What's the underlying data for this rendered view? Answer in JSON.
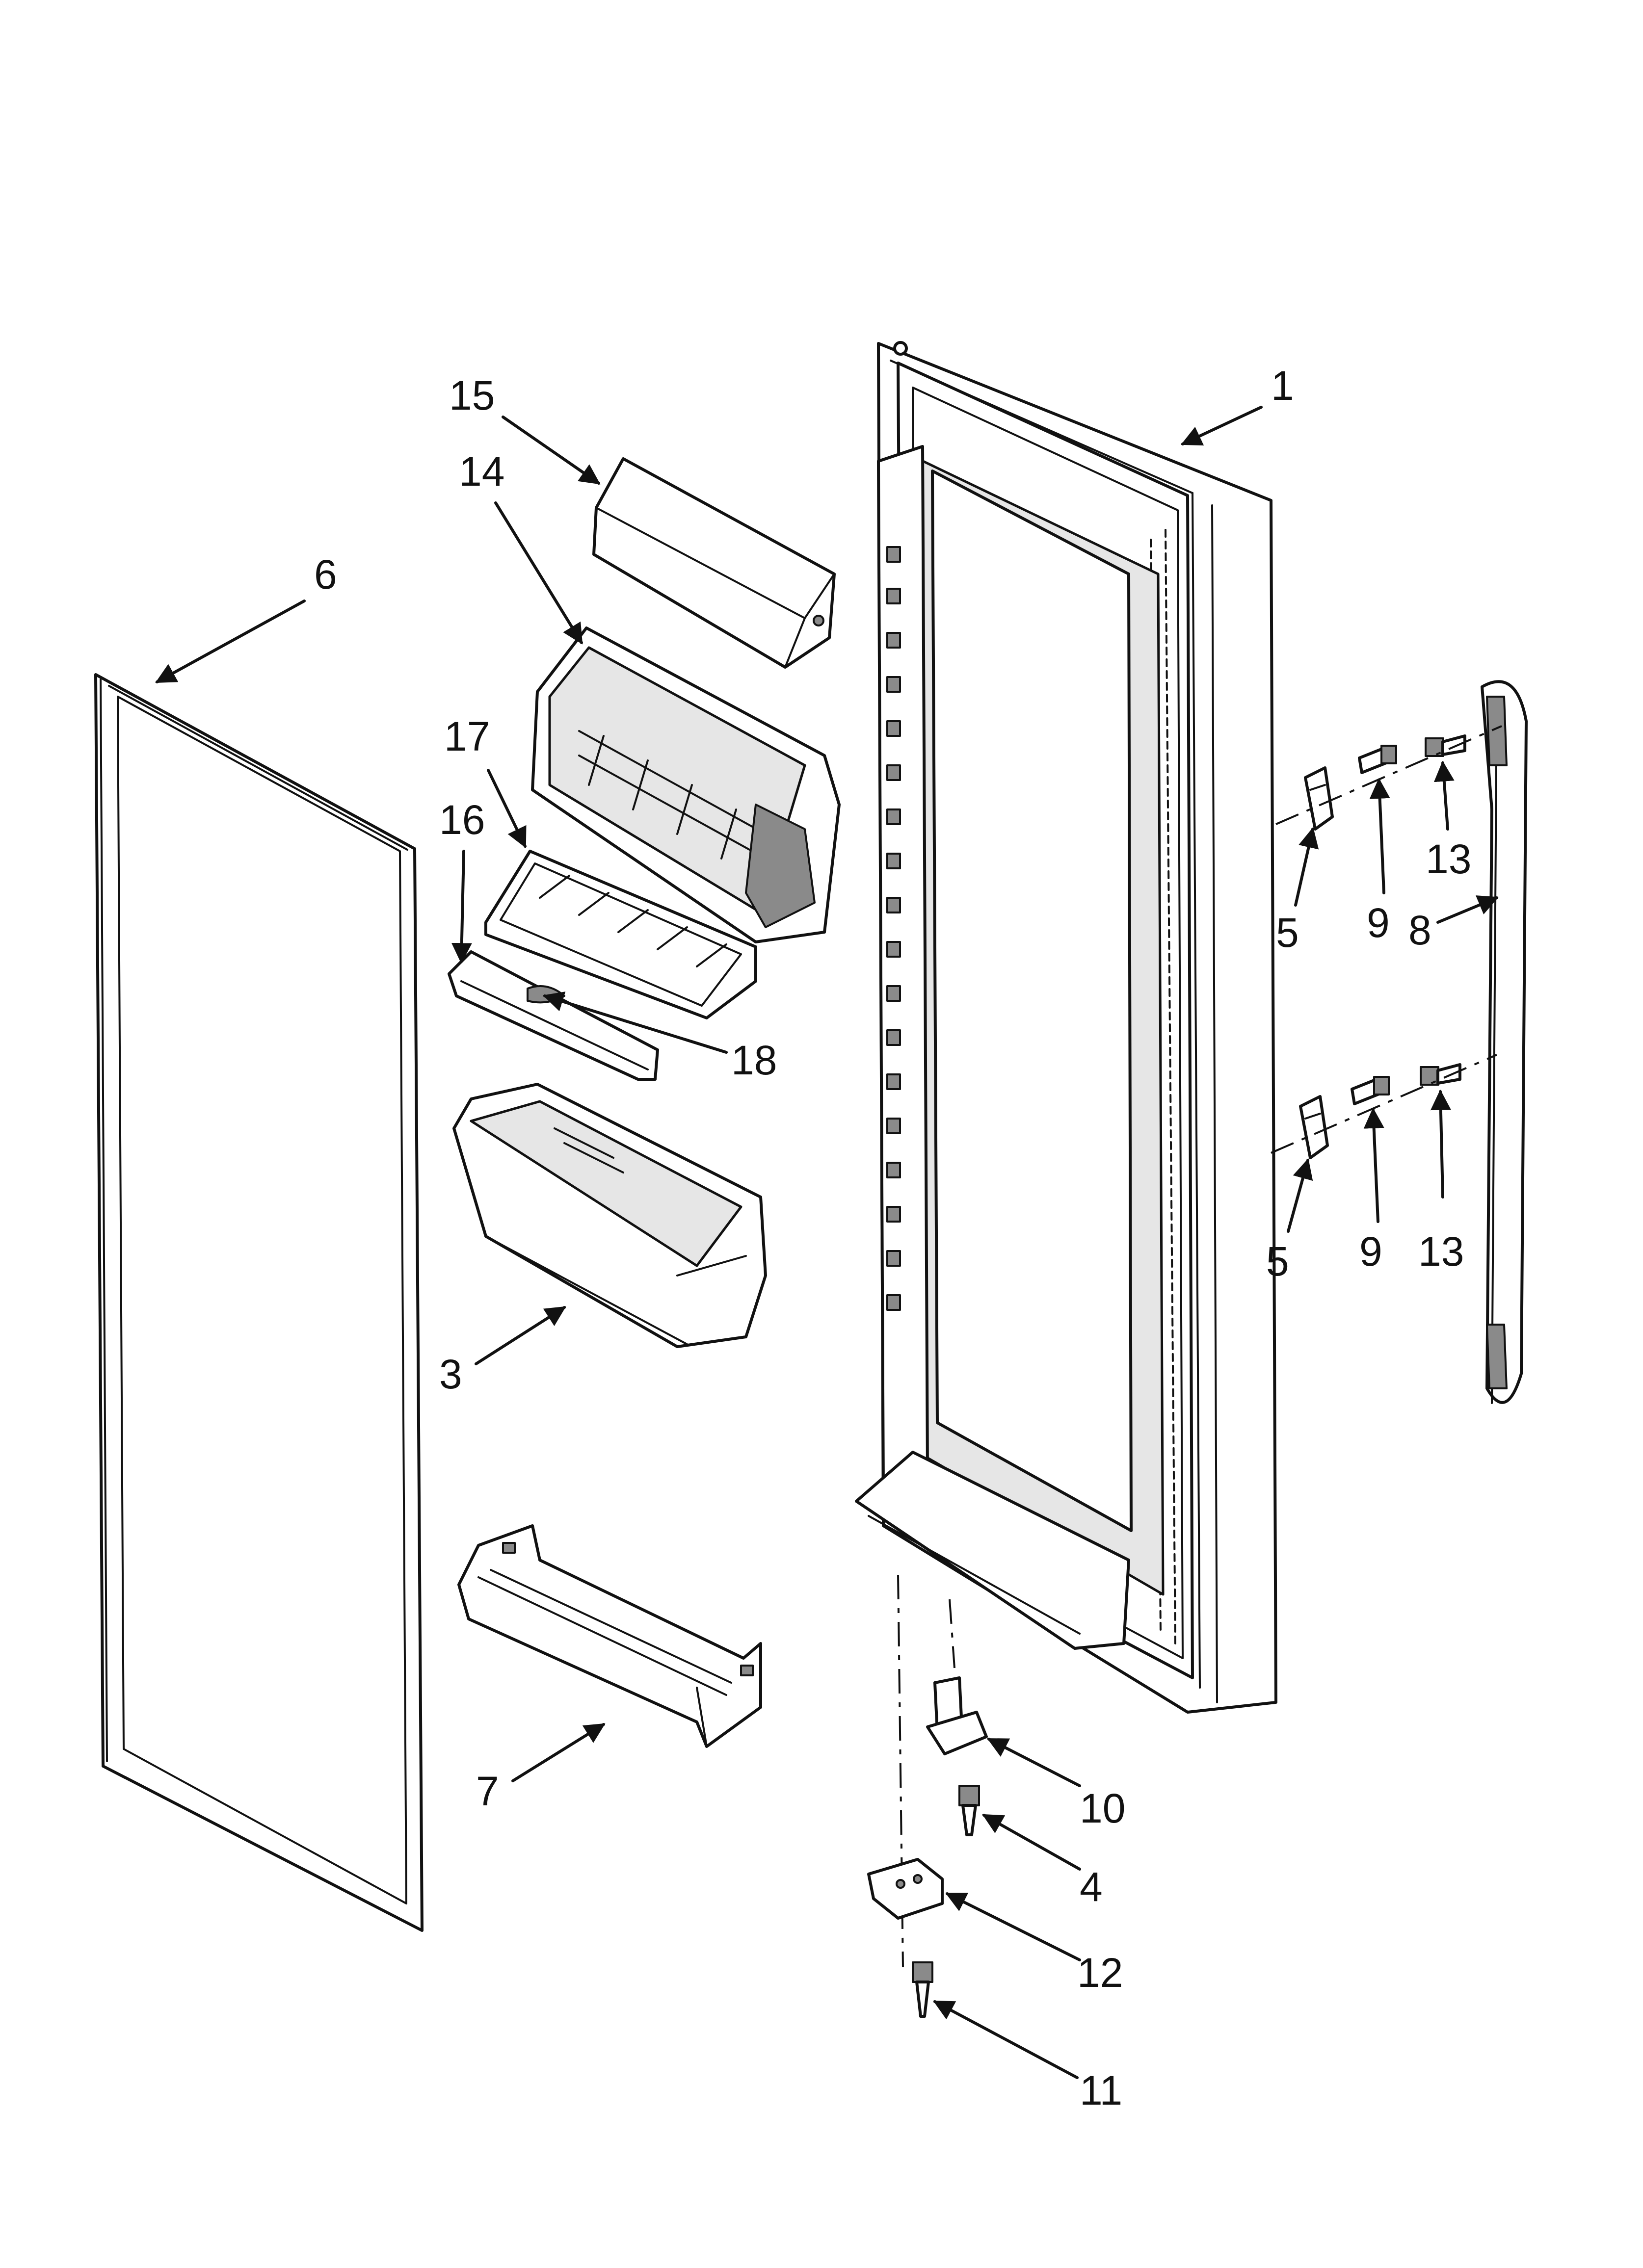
{
  "callouts": {
    "c1": "1",
    "c3": "3",
    "c4": "4",
    "c5a": "5",
    "c5b": "5",
    "c6": "6",
    "c7": "7",
    "c8": "8",
    "c9a": "9",
    "c9b": "9",
    "c10": "10",
    "c11": "11",
    "c12": "12",
    "c13a": "13",
    "c13b": "13",
    "c14": "14",
    "c15": "15",
    "c16": "16",
    "c17": "17",
    "c18": "18"
  }
}
